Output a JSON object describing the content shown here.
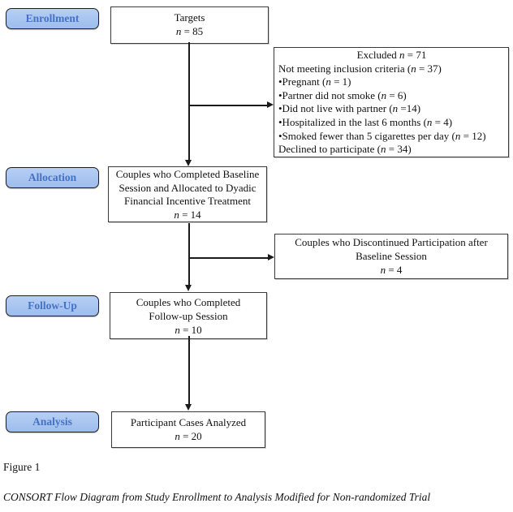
{
  "stages": {
    "enrollment": "Enrollment",
    "allocation": "Allocation",
    "followup": "Follow-Up",
    "analysis": "Analysis"
  },
  "boxes": {
    "targets": {
      "line1": "Targets",
      "line2": "n = 85"
    },
    "excluded": {
      "title": "Excluded n = 71",
      "items": [
        "Not meeting inclusion criteria (n = 37)",
        "•Pregnant (n = 1)",
        "•Partner did not smoke (n = 6)",
        "•Did not live with partner (n =14)",
        "•Hospitalized in the last 6 months (n = 4)",
        "•Smoked fewer than 5 cigarettes per day (n = 12)",
        "Declined to participate (n = 34)"
      ]
    },
    "allocation": {
      "line1": "Couples who Completed Baseline",
      "line2": "Session and Allocated to Dyadic",
      "line3": "Financial Incentive Treatment",
      "line4": "n = 14"
    },
    "discontinued": {
      "line1": "Couples who Discontinued Participation after",
      "line2": "Baseline Session",
      "line3": "n = 4"
    },
    "followup": {
      "line1": "Couples who Completed",
      "line2": "Follow-up Session",
      "line3": "n = 10"
    },
    "analysis": {
      "line1": "Participant Cases Analyzed",
      "line2": "n = 20"
    }
  },
  "page": {
    "figure_label": "Figure 1",
    "caption": "CONSORT Flow Diagram from Study Enrollment to Analysis Modified for Non-randomized Trial"
  },
  "colors": {
    "stage_fill": "#a9c5f0",
    "stage_text": "#4472c4",
    "box_border": "#3a3a3a",
    "line": "#1a1a1a"
  }
}
